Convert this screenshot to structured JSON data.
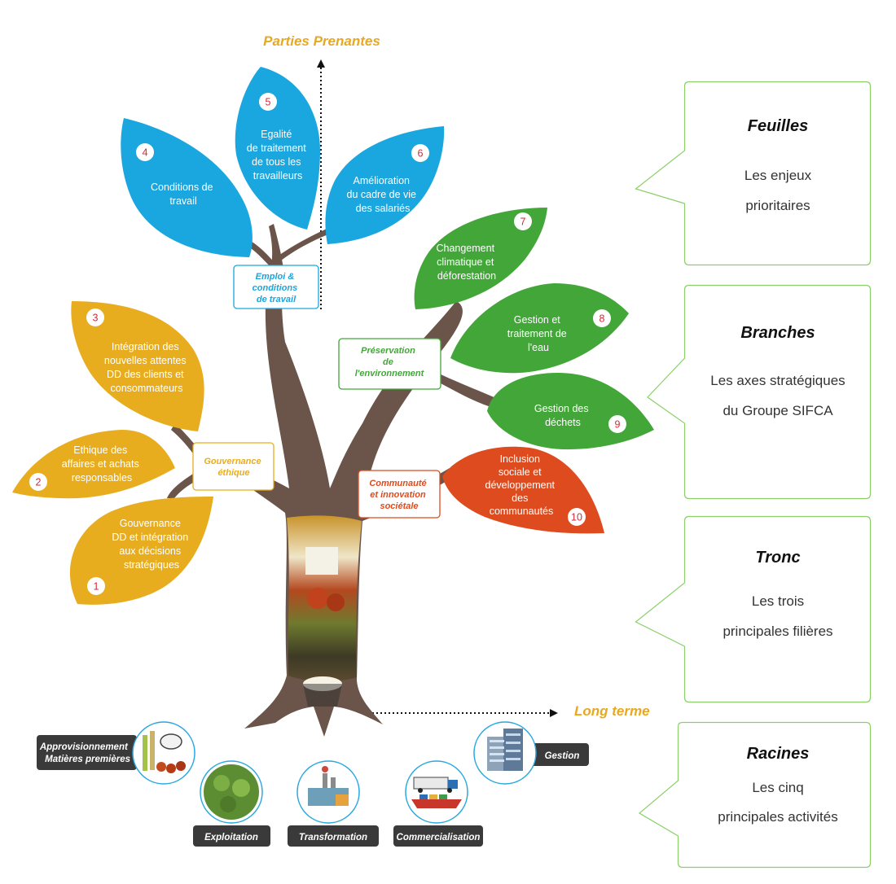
{
  "axes": {
    "vertical_label": "Parties Prenantes",
    "horizontal_label": "Long terme"
  },
  "branches": [
    {
      "label": [
        "Emploi &",
        "conditions",
        "de travail"
      ],
      "color": "#1aa6de"
    },
    {
      "label": [
        "Préservation",
        "de",
        "l'environnement"
      ],
      "color": "#42a639"
    },
    {
      "label": [
        "Gouvernance",
        "éthique"
      ],
      "color": "#e8ad1f"
    },
    {
      "label": [
        "Communauté",
        "et innovation",
        "sociétale"
      ],
      "color": "#dd4b1e"
    }
  ],
  "leaves": [
    {
      "number": "1",
      "lines": [
        "Gouvernance",
        "DD et intégration",
        "aux décisions",
        "stratégiques"
      ],
      "color": "#e8ad1f"
    },
    {
      "number": "2",
      "lines": [
        "Ethique des",
        "affaires et achats",
        "responsables"
      ],
      "color": "#e8ad1f"
    },
    {
      "number": "3",
      "lines": [
        "Intégration des",
        "nouvelles attentes",
        "DD des clients et",
        "consommateurs"
      ],
      "color": "#e8ad1f"
    },
    {
      "number": "4",
      "lines": [
        "Conditions de",
        "travail"
      ],
      "color": "#1aa6de"
    },
    {
      "number": "5",
      "lines": [
        "Egalité",
        "de traitement",
        "de tous les",
        "travailleurs"
      ],
      "color": "#1aa6de"
    },
    {
      "number": "6",
      "lines": [
        "Amélioration",
        "du cadre de vie",
        "des salariés"
      ],
      "color": "#1aa6de"
    },
    {
      "number": "7",
      "lines": [
        "Changement",
        "climatique et",
        "déforestation"
      ],
      "color": "#42a639"
    },
    {
      "number": "8",
      "lines": [
        "Gestion et",
        "traitement de",
        "l'eau"
      ],
      "color": "#42a639"
    },
    {
      "number": "9",
      "lines": [
        "Gestion des",
        "déchets"
      ],
      "color": "#42a639"
    },
    {
      "number": "10",
      "lines": [
        "Inclusion",
        "sociale et",
        "développement",
        "des",
        "communautés"
      ],
      "color": "#dd4b1e"
    }
  ],
  "roots": [
    {
      "label": [
        "Approvisionnement",
        "Matières premières"
      ],
      "icon": "raw-materials-icon"
    },
    {
      "label": [
        "Exploitation"
      ],
      "icon": "palm-tree-icon"
    },
    {
      "label": [
        "Transformation"
      ],
      "icon": "factory-icon"
    },
    {
      "label": [
        "Commercialisation"
      ],
      "icon": "truck-ship-icon"
    },
    {
      "label": [
        "Gestion"
      ],
      "icon": "office-building-icon"
    }
  ],
  "legend": [
    {
      "title": "Feuilles",
      "lines": [
        "Les enjeux",
        "prioritaires"
      ]
    },
    {
      "title": "Branches",
      "lines": [
        "Les axes stratégiques",
        "du Groupe SIFCA"
      ]
    },
    {
      "title": "Tronc",
      "lines": [
        "Les trois",
        "principales filières"
      ]
    },
    {
      "title": "Racines",
      "lines": [
        "Les cinq",
        "principales activités"
      ]
    }
  ],
  "colors": {
    "trunk": "#6b5449",
    "callout_border": "#8bcf6a",
    "root_label_bg": "#3a3a3a",
    "icon_circle_border": "#29a8e0",
    "number_color": "#d22a3a"
  }
}
